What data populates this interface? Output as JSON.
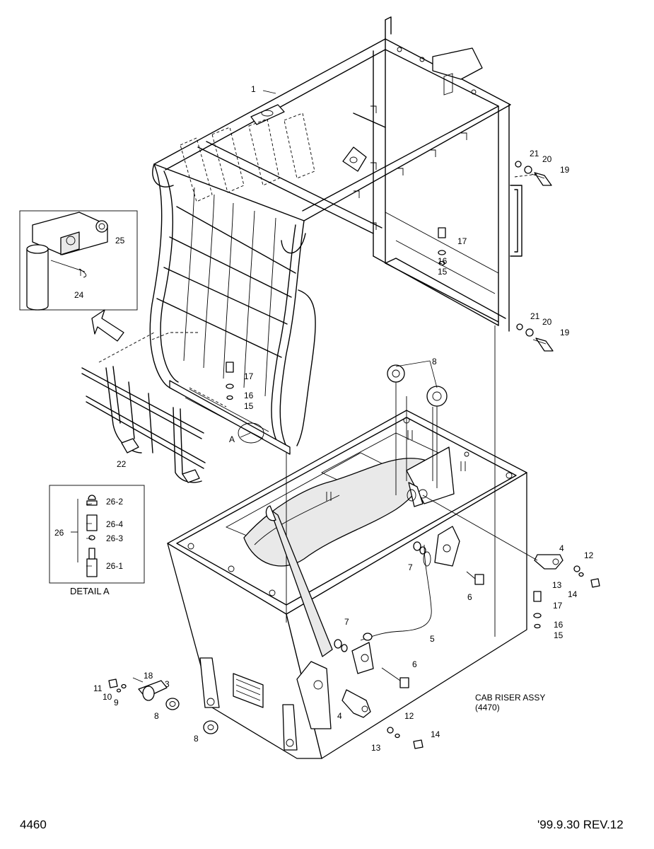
{
  "page": {
    "number": "4460",
    "revision": "'99.9.30 REV.12"
  },
  "detail": {
    "title": "DETAIL A",
    "ref_letter": "A"
  },
  "assembly_note": {
    "line1": "CAB RISER ASSY",
    "line2": "(4470)"
  },
  "callouts": [
    "1",
    "3",
    "4",
    "4",
    "5",
    "6",
    "6",
    "7",
    "7",
    "8",
    "8",
    "8",
    "9",
    "10",
    "11",
    "12",
    "12",
    "13",
    "13",
    "14",
    "14",
    "15",
    "15",
    "15",
    "16",
    "16",
    "16",
    "17",
    "17",
    "17",
    "18",
    "19",
    "19",
    "20",
    "20",
    "21",
    "21",
    "22",
    "24",
    "25",
    "26",
    "26-1",
    "26-2",
    "26-3",
    "26-4"
  ]
}
